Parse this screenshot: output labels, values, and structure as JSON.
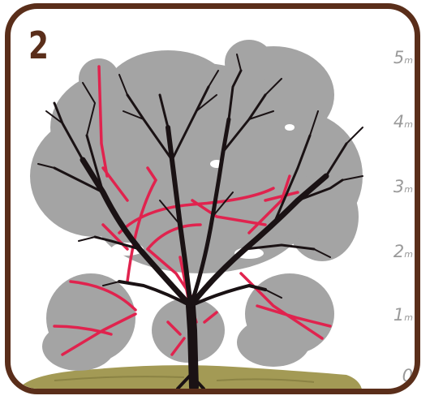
{
  "step_number": "2",
  "height_scale": {
    "labels": [
      {
        "value": "5",
        "unit": "m"
      },
      {
        "value": "4",
        "unit": "m"
      },
      {
        "value": "3",
        "unit": "m"
      },
      {
        "value": "2",
        "unit": "m"
      },
      {
        "value": "1",
        "unit": "m"
      },
      {
        "value": "0",
        "unit": ""
      }
    ]
  },
  "colors": {
    "frame": "#5a2e1a",
    "canopy": "#a4a4a4",
    "retained_branches": "#1a1214",
    "pruned_branches": "#e0234e",
    "ground": "#a39a55",
    "scale_bar": "#5e7cc4"
  }
}
